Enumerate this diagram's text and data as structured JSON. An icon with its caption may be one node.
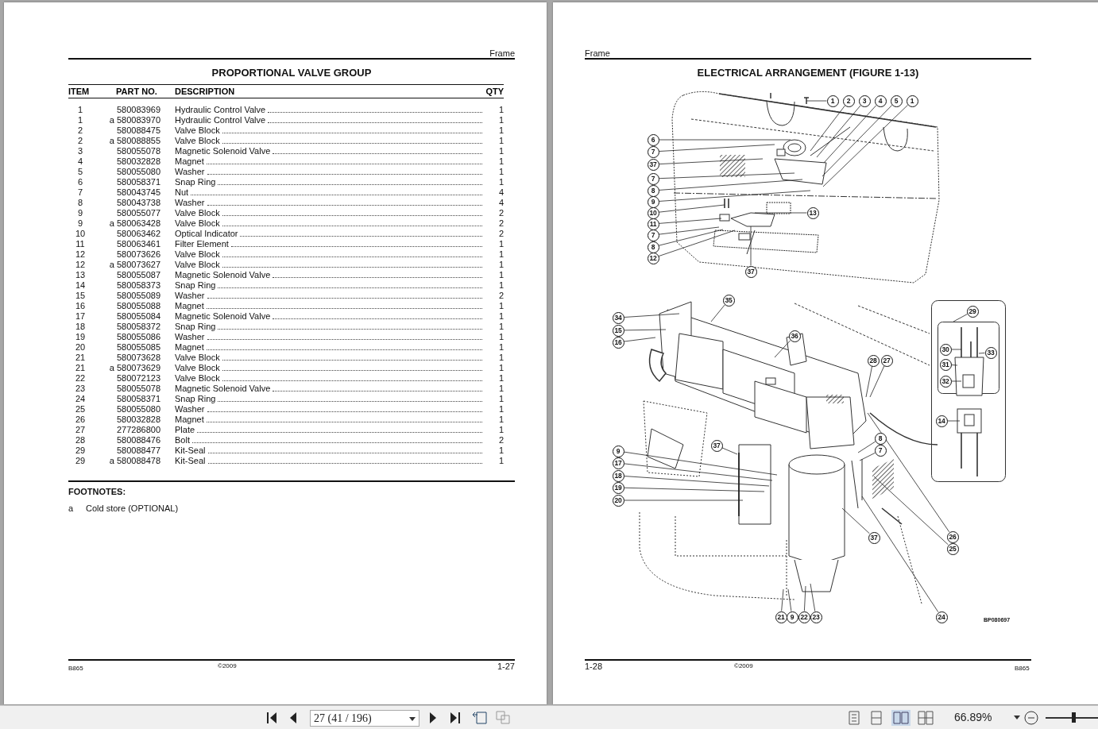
{
  "diagram": {
    "nodes": [
      {
        "text": [
          "1"
        ]
      },
      {
        "text": [
          "2"
        ]
      },
      {
        "text": [
          "3"
        ]
      },
      {
        "text": [
          "4"
        ]
      },
      {
        "text": [
          "5"
        ]
      },
      {
        "text": [
          "1"
        ]
      },
      {
        "text": [
          "6"
        ]
      },
      {
        "text": [
          "7"
        ]
      },
      {
        "text": [
          "37"
        ]
      },
      {
        "text": [
          "7"
        ]
      },
      {
        "text": [
          "8"
        ]
      },
      {
        "text": [
          "9"
        ]
      },
      {
        "text": [
          "10"
        ]
      },
      {
        "text": [
          "11"
        ]
      },
      {
        "text": [
          "7"
        ]
      },
      {
        "text": [
          "8"
        ]
      },
      {
        "text": [
          "12"
        ]
      },
      {
        "text": [
          "13"
        ]
      },
      {
        "text": [
          "37"
        ]
      },
      {
        "text": [
          "35"
        ]
      },
      {
        "text": [
          "34"
        ]
      },
      {
        "text": [
          "15"
        ]
      },
      {
        "text": [
          "16"
        ]
      },
      {
        "text": [
          "36"
        ]
      },
      {
        "text": [
          "28"
        ]
      },
      {
        "text": [
          "27"
        ]
      },
      {
        "text": [
          "29"
        ]
      },
      {
        "text": [
          "30"
        ]
      },
      {
        "text": [
          "33"
        ]
      },
      {
        "text": [
          "31"
        ]
      },
      {
        "text": [
          "32"
        ]
      },
      {
        "text": [
          "14"
        ]
      },
      {
        "text": [
          "8"
        ]
      },
      {
        "text": [
          "7"
        ]
      },
      {
        "text": [
          "9"
        ]
      },
      {
        "text": [
          "17"
        ]
      },
      {
        "text": [
          "18"
        ]
      },
      {
        "text": [
          "19"
        ]
      },
      {
        "text": [
          "20"
        ]
      },
      {
        "text": [
          "37"
        ]
      },
      {
        "text": [
          "37"
        ]
      },
      {
        "text": [
          "26"
        ]
      },
      {
        "text": [
          "25"
        ]
      },
      {
        "text": [
          "24"
        ]
      },
      {
        "text": [
          "21"
        ]
      },
      {
        "text": [
          "9"
        ]
      },
      {
        "text": [
          "22"
        ]
      },
      {
        "text": [
          "23"
        ]
      }
    ],
    "edges": [
      {
        "from": 0,
        "to": null,
        "arrow": "none"
      },
      {
        "from": 1,
        "to": null,
        "arrow": "none"
      },
      {
        "from": 2,
        "to": null,
        "arrow": "none"
      },
      {
        "from": 3,
        "to": null,
        "arrow": "none"
      },
      {
        "from": 4,
        "to": null,
        "arrow": "none"
      },
      {
        "from": 5,
        "to": null,
        "arrow": "none"
      },
      {
        "from": 6,
        "to": null,
        "arrow": "none"
      },
      {
        "from": 7,
        "to": null,
        "arrow": "none"
      },
      {
        "from": 8,
        "to": null,
        "arrow": "none"
      },
      {
        "from": 9,
        "to": null,
        "arrow": "none"
      },
      {
        "from": 10,
        "to": null,
        "arrow": "none"
      },
      {
        "from": 11,
        "to": null,
        "arrow": "none"
      },
      {
        "from": 12,
        "to": null,
        "arrow": "none"
      },
      {
        "from": 13,
        "to": null,
        "arrow": "none"
      },
      {
        "from": 14,
        "to": null,
        "arrow": "none"
      },
      {
        "from": 15,
        "to": null,
        "arrow": "none"
      },
      {
        "from": 16,
        "to": null,
        "arrow": "none"
      },
      {
        "from": 17,
        "to": null,
        "arrow": "none"
      },
      {
        "from": 18,
        "to": null,
        "arrow": "none"
      },
      {
        "from": 19,
        "to": null,
        "arrow": "none"
      },
      {
        "from": 20,
        "to": null,
        "arrow": "none"
      },
      {
        "from": 21,
        "to": null,
        "arrow": "none"
      },
      {
        "from": 22,
        "to": null,
        "arrow": "none"
      },
      {
        "from": 23,
        "to": null,
        "arrow": "none"
      },
      {
        "from": 24,
        "to": null,
        "arrow": "none"
      },
      {
        "from": 25,
        "to": null,
        "arrow": "none"
      },
      {
        "from": 26,
        "to": null,
        "arrow": "none"
      },
      {
        "from": 27,
        "to": null,
        "arrow": "none"
      },
      {
        "from": 28,
        "to": null,
        "arrow": "none"
      },
      {
        "from": 29,
        "to": null,
        "arrow": "none"
      },
      {
        "from": 30,
        "to": null,
        "arrow": "none"
      },
      {
        "from": 31,
        "to": null,
        "arrow": "none"
      },
      {
        "from": 32,
        "to": null,
        "arrow": "none"
      },
      {
        "from": 33,
        "to": null,
        "arrow": "none"
      },
      {
        "from": 34,
        "to": null,
        "arrow": "none"
      },
      {
        "from": 35,
        "to": null,
        "arrow": "none"
      },
      {
        "from": 36,
        "to": null,
        "arrow": "none"
      },
      {
        "from": 37,
        "to": null,
        "arrow": "none"
      },
      {
        "from": 38,
        "to": null,
        "arrow": "none"
      },
      {
        "from": 39,
        "to": null,
        "arrow": "none"
      },
      {
        "from": 40,
        "to": null,
        "arrow": "none"
      },
      {
        "from": 41,
        "to": null,
        "arrow": "none"
      },
      {
        "from": 42,
        "to": null,
        "arrow": "none"
      },
      {
        "from": 43,
        "to": null,
        "arrow": "none"
      },
      {
        "from": 44,
        "to": null,
        "arrow": "none"
      },
      {
        "from": 45,
        "to": null,
        "arrow": "none"
      },
      {
        "from": 46,
        "to": null,
        "arrow": "none"
      },
      {
        "from": 47,
        "to": null,
        "arrow": "none"
      }
    ],
    "labels": [
      "Frame",
      "PROPORTIONAL VALVE GROUP",
      "ITEM",
      "PART NO.",
      "DESCRIPTION",
      "QTY",
      "1",
      "580083969",
      "Hydraulic Control Valve",
      "1",
      "1",
      "a 580083970",
      "Hydraulic Control Valve",
      "1",
      "2",
      "580088475",
      "Valve Block",
      "1",
      "2",
      "a 580088855",
      "Valve Block",
      "1",
      "3",
      "580055078",
      "Magnetic Solenoid Valve",
      "1",
      "4",
      "580032828",
      "Magnet",
      "1",
      "5",
      "580055080",
      "Washer",
      "1",
      "6",
      "580058371",
      "Snap Ring",
      "1",
      "7",
      "580043745",
      "Nut",
      "4",
      "8",
      "580043738",
      "Washer",
      "4",
      "9",
      "580055077",
      "Valve Block",
      "2",
      "9",
      "a 580063428",
      "Valve Block",
      "2",
      "10",
      "580063462",
      "Optical Indicator",
      "2",
      "11",
      "580063461",
      "Filter Element",
      "1",
      "12",
      "580073626",
      "Valve Block",
      "1",
      "12",
      "a 580073627",
      "Valve Block",
      "1",
      "13",
      "580055087",
      "Magnetic Solenoid Valve",
      "1",
      "14",
      "580058373",
      "Snap Ring",
      "1",
      "15",
      "580055089",
      "Washer",
      "2",
      "16",
      "580055088",
      "Magnet",
      "1",
      "17",
      "580055084",
      "Magnetic Solenoid Valve",
      "1",
      "18",
      "580058372",
      "Snap Ring",
      "1",
      "19",
      "580055086",
      "Washer",
      "1",
      "20",
      "580055085",
      "Magnet",
      "1",
      "21",
      "580073628",
      "Valve Block",
      "1",
      "21",
      "a 580073629",
      "Valve Block",
      "1",
      "22",
      "580072123",
      "Valve Block",
      "1",
      "23",
      "580055078",
      "Magnetic Solenoid Valve",
      "1",
      "24",
      "580058371",
      "Snap Ring",
      "1",
      "25",
      "580055080",
      "Washer",
      "1",
      "26",
      "580032828",
      "Magnet",
      "1",
      "27",
      "277286800",
      "Plate",
      "1",
      "28",
      "580088476",
      "Bolt",
      "2",
      "29",
      "580088477",
      "Kit-Seal",
      "1",
      "29",
      "a 580088478",
      "Kit-Seal",
      "1",
      "FOOTNOTES:",
      "a",
      "Cold store (OPTIONAL)",
      "B865",
      "©2009",
      "1-27",
      "Frame",
      "ELECTRICAL ARRANGEMENT (FIGURE 1-13)",
      "BP080697",
      "1-28",
      "©2009",
      "B865",
      "27 (41 / 196)",
      "66.89%"
    ]
  }
}
